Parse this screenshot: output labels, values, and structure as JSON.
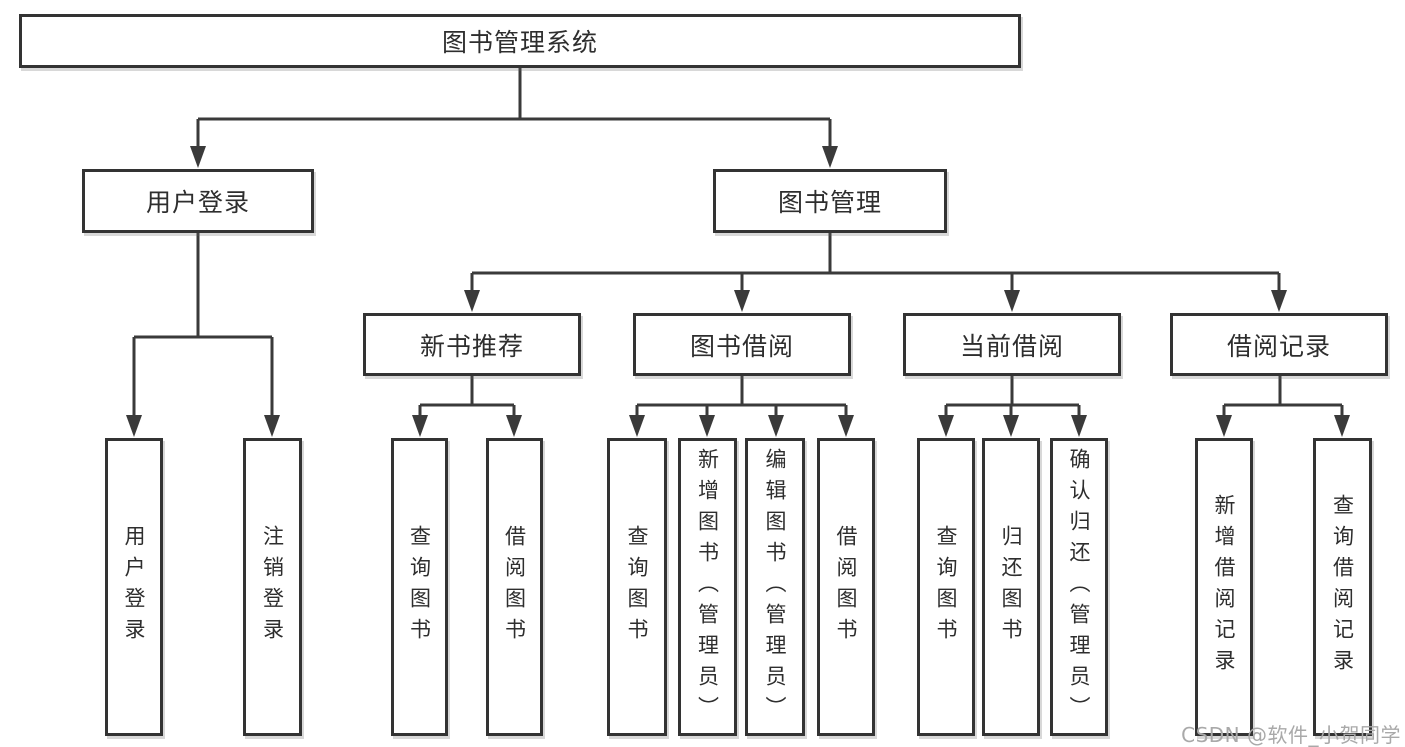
{
  "colors": {
    "line": "#3a3a3a",
    "border": "#333333",
    "text": "#2e2e2e",
    "background": "#ffffff",
    "watermark": "#a9a9a9"
  },
  "watermark": {
    "text": "CSDN @软件_小贺同学"
  },
  "tree": {
    "root": {
      "label": "图书管理系统"
    },
    "branches": [
      {
        "label": "用户登录",
        "children": [
          {
            "label": "用户登录"
          },
          {
            "label": "注销登录"
          }
        ]
      },
      {
        "label": "图书管理",
        "children": [
          {
            "label": "新书推荐",
            "children": [
              {
                "label": "查询图书"
              },
              {
                "label": "借阅图书"
              }
            ]
          },
          {
            "label": "图书借阅",
            "children": [
              {
                "label": "查询图书"
              },
              {
                "label": "新增图书（管理员）"
              },
              {
                "label": "编辑图书（管理员）"
              },
              {
                "label": "借阅图书"
              }
            ]
          },
          {
            "label": "当前借阅",
            "children": [
              {
                "label": "查询图书"
              },
              {
                "label": "归还图书"
              },
              {
                "label": "确认归还（管理员）"
              }
            ]
          },
          {
            "label": "借阅记录",
            "children": [
              {
                "label": "新增借阅记录"
              },
              {
                "label": "查询借阅记录"
              }
            ]
          }
        ]
      }
    ]
  }
}
